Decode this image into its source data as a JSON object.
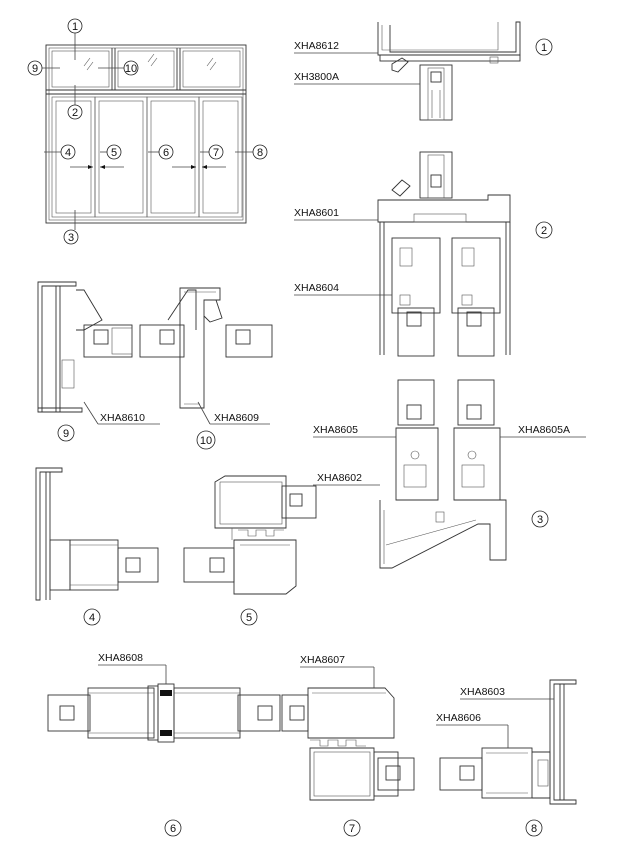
{
  "elevation": {
    "callouts": [
      "1",
      "2",
      "3",
      "4",
      "5",
      "6",
      "7",
      "8",
      "9",
      "10"
    ]
  },
  "profiles": {
    "xha8612": "XHA8612",
    "xh3800a": "XH3800A",
    "xha8601": "XHA8601",
    "xha8604": "XHA8604",
    "xha8610": "XHA8610",
    "xha8609": "XHA8609",
    "xha8605": "XHA8605",
    "xha8605a": "XHA8605A",
    "xha8602": "XHA8602",
    "xha8608": "XHA8608",
    "xha8607": "XHA8607",
    "xha8603": "XHA8603",
    "xha8606": "XHA8606"
  },
  "section_numbers": {
    "s1": "1",
    "s2": "2",
    "s3": "3",
    "s4": "4",
    "s5": "5",
    "s6": "6",
    "s7": "7",
    "s8": "8",
    "s9": "9",
    "s10": "10"
  }
}
